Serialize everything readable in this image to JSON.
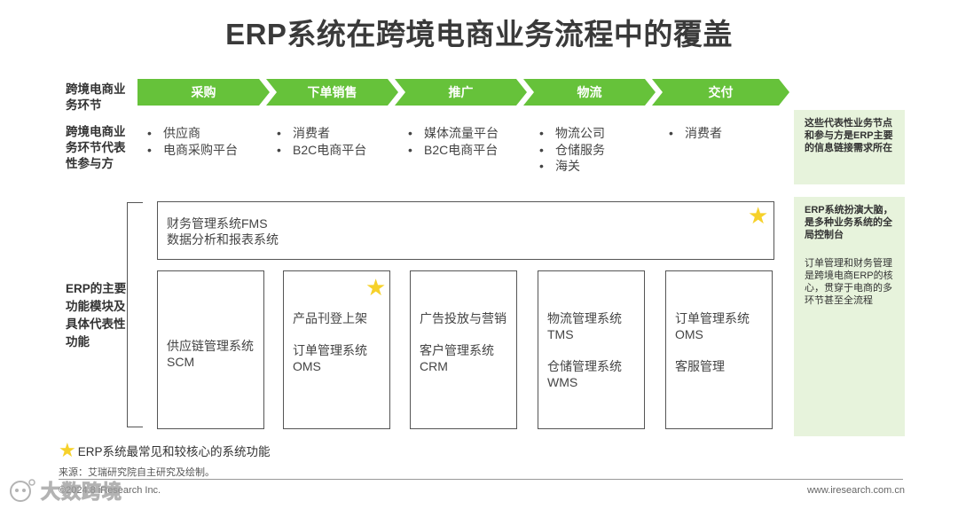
{
  "title": "ERP系统在跨境电商业务流程中的覆盖",
  "row_labels": {
    "stages": "跨境电商业务环节",
    "participants": "跨境电商业务环节代表性参与方",
    "functions": "ERP的主要功能模块及具体代表性功能"
  },
  "stages": [
    "采购",
    "下单销售",
    "推广",
    "物流",
    "交付"
  ],
  "participants": [
    [
      "供应商",
      "电商采购平台"
    ],
    [
      "消费者",
      "B2C电商平台"
    ],
    [
      "媒体流量平台",
      "B2C电商平台"
    ],
    [
      "物流公司",
      "仓储服务",
      "海关"
    ],
    [
      "消费者"
    ]
  ],
  "functions": {
    "top": [
      "财务管理系统FMS",
      "数据分析和报表系统"
    ],
    "scm": "供应链管理系统SCM",
    "box_oms1": [
      "产品刊登上架",
      "订单管理系统OMS"
    ],
    "box_ad": [
      "广告投放与营销",
      "客户管理系统CRM"
    ],
    "box_tms": [
      "物流管理系统TMS",
      "仓储管理系统WMS"
    ],
    "box_oms2": [
      "订单管理系统OMS",
      "客服管理"
    ]
  },
  "notes": {
    "note1": "这些代表性业务节点和参与方是ERP主要的信息链接需求所在",
    "note2_bold": "ERP系统扮演大脑，是多种业务系统的全局控制台",
    "note2_text": "订单管理和财务管理是跨境电商ERP的核心，贯穿于电商的多环节甚至全流程"
  },
  "legend": "ERP系统最常见和较核心的系统功能",
  "source": "来源：艾瑞研究院自主研究及绘制。",
  "copyright": "©2024.8 iResearch Inc.",
  "website": "www.iresearch.com.cn",
  "watermark": "大数跨境",
  "icons": {
    "star": "star-icon",
    "star_color": "#f6d12a",
    "accent_green": "#66c23a",
    "note_bg": "#e7f3dc"
  }
}
